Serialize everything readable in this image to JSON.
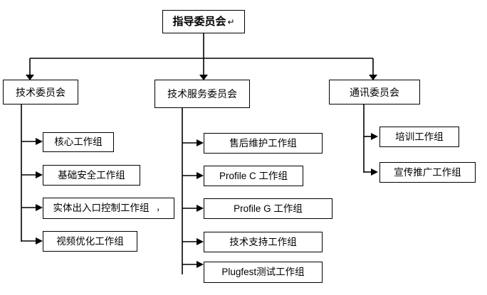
{
  "diagram": {
    "type": "organizational-chart",
    "title_node": {
      "label": "指导委员会",
      "trailing_mark": "↵"
    },
    "level2": [
      {
        "id": "tech",
        "label": "技术委员会"
      },
      {
        "id": "tech-service",
        "label": "技术服务委员会"
      },
      {
        "id": "comms",
        "label": "通讯委员会"
      }
    ],
    "branches": {
      "tech_children": [
        {
          "label": "核心工作组"
        },
        {
          "label": "基础安全工作组"
        },
        {
          "label": "实体出入口控制工作组",
          "trailing_mark": "，"
        },
        {
          "label": "视频优化工作组"
        }
      ],
      "tech_service_children": [
        {
          "label": "售后维护工作组"
        },
        {
          "label": "Profile C 工作组"
        },
        {
          "label": "Profile G 工作组"
        },
        {
          "label": "技术支持工作组"
        },
        {
          "label": "Plugfest测试工作组"
        }
      ],
      "comms_children": [
        {
          "label": "培训工作组"
        },
        {
          "label": "宣传推广工作组"
        }
      ]
    },
    "colors": {
      "background": "#ffffff",
      "box_border": "#000000",
      "connector": "#000000",
      "text": "#000000"
    }
  }
}
